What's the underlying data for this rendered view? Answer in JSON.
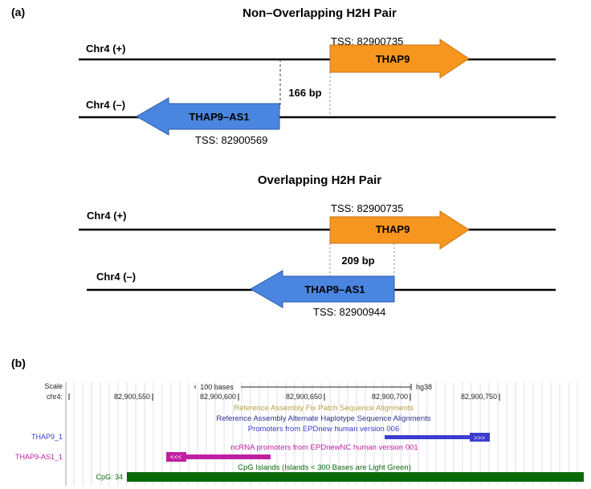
{
  "panel_a": {
    "label": "(a)",
    "non_overlapping": {
      "title": "Non–Overlapping H2H Pair",
      "plus_strand_label": "Chr4 (+)",
      "minus_strand_label": "Chr4 (–)",
      "plus_gene": "THAP9",
      "minus_gene": "THAP9–AS1",
      "plus_tss": "TSS: 82900735",
      "minus_tss": "TSS: 82900569",
      "distance": "166 bp"
    },
    "overlapping": {
      "title": "Overlapping H2H Pair",
      "plus_strand_label": "Chr4 (+)",
      "minus_strand_label": "Chr4 (–)",
      "plus_gene": "THAP9",
      "minus_gene": "THAP9–AS1",
      "plus_tss": "TSS: 82900735",
      "minus_tss": "TSS: 82900944",
      "distance": "209 bp"
    },
    "colors": {
      "plus_arrow": "#f7961e",
      "minus_arrow": "#4a86e0"
    }
  },
  "panel_b": {
    "label": "(b)",
    "scale_label": "Scale",
    "chrom_label": "chr4:",
    "scale_bar_text": "100 bases",
    "assembly": "hg38",
    "ticks": [
      "82,900,550",
      "82,900,600",
      "82,900,650",
      "82,900,700",
      "82,900,750"
    ],
    "tracks": {
      "fix_patch": "Reference Assembly Fix Patch Sequence Alignments",
      "alt_haplotype": "Reference Assembly Alternate Haplotype Sequence Alignments",
      "epd_promoters": "Promoters from EPDnew human version 006",
      "ncrna_promoters": "ncRNA promoters from EPDnewNC human version 001",
      "cpg_islands": "CpG Islands (Islands < 300 Bases are Light Green)"
    },
    "features": {
      "thap9": "THAP9_1",
      "thap9_as1": "THAP9-AS1_1",
      "cpg": "CpG: 34",
      "thap9_arrows": ">>>",
      "thap9_as1_arrows": "<<<"
    },
    "colors": {
      "fix_patch": "#b8a040",
      "alt_haplotype": "#303090",
      "epd": "#3c3cd0",
      "ncrna": "#c020a0",
      "cpg": "#0a6a0a"
    }
  }
}
